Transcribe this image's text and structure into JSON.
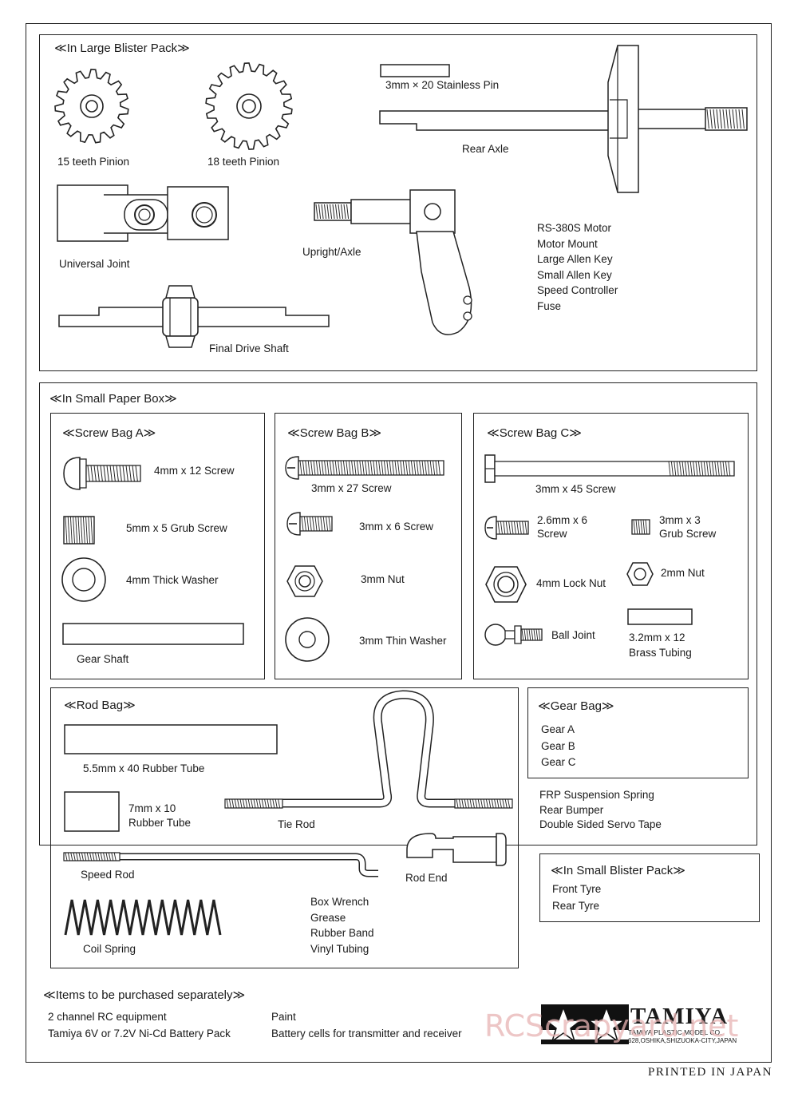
{
  "large_blister": {
    "heading": "≪In Large Blister Pack≫",
    "pinion15": "15 teeth Pinion",
    "pinion18": "18 teeth Pinion",
    "stainless_pin": "3mm × 20 Stainless Pin",
    "rear_axle": "Rear Axle",
    "universal_joint": "Universal Joint",
    "upright_axle": "Upright/Axle",
    "final_drive_shaft": "Final Drive Shaft",
    "list": [
      "RS-380S Motor",
      "Motor Mount",
      "Large Allen Key",
      "Small Allen Key",
      "Speed Controller",
      "Fuse"
    ]
  },
  "small_paper_box": {
    "heading": "≪In Small Paper Box≫"
  },
  "screw_bag_a": {
    "heading": "≪Screw Bag A≫",
    "screw": "4mm x 12 Screw",
    "grub": "5mm x 5 Grub Screw",
    "washer": "4mm Thick Washer",
    "gear_shaft": "Gear Shaft"
  },
  "screw_bag_b": {
    "heading": "≪Screw Bag B≫",
    "screw27": "3mm x 27 Screw",
    "screw6": "3mm x 6 Screw",
    "nut": "3mm Nut",
    "thin_washer": "3mm Thin Washer"
  },
  "screw_bag_c": {
    "heading": "≪Screw Bag C≫",
    "screw45": "3mm x 45 Screw",
    "screw26_l1": "2.6mm x 6",
    "screw26_l2": "Screw",
    "grub3_l1": "3mm x 3",
    "grub3_l2": "Grub Screw",
    "lock_nut": "4mm Lock Nut",
    "nut2": "2mm Nut",
    "ball_joint": "Ball Joint",
    "tubing_l1": "3.2mm x 12",
    "tubing_l2": "Brass Tubing"
  },
  "rod_bag": {
    "heading": "≪Rod Bag≫",
    "rubber_tube_long": "5.5mm x 40 Rubber Tube",
    "rubber_tube_short_l1": "7mm x 10",
    "rubber_tube_short_l2": "Rubber Tube",
    "tie_rod": "Tie Rod",
    "speed_rod": "Speed Rod",
    "rod_end": "Rod End",
    "coil_spring": "Coil Spring",
    "list": [
      "Box Wrench",
      "Grease",
      "Rubber Band",
      "Vinyl Tubing"
    ]
  },
  "gear_bag": {
    "heading": "≪Gear Bag≫",
    "items": [
      "Gear A",
      "Gear B",
      "Gear C"
    ]
  },
  "misc_list": [
    "FRP Suspension Spring",
    "Rear Bumper",
    "Double Sided Servo Tape"
  ],
  "small_blister": {
    "heading": "≪In Small Blister Pack≫",
    "items": [
      "Front Tyre",
      "Rear Tyre"
    ]
  },
  "separately": {
    "heading": "≪Items to be purchased separately≫",
    "left": [
      "2 channel RC equipment",
      "Tamiya 6V or 7.2V Ni-Cd Battery Pack"
    ],
    "right": [
      "Paint",
      "Battery cells for transmitter and receiver"
    ]
  },
  "logo": {
    "brand": "TAMIYA",
    "company": "TAMIYA PLASTIC MODEL CO.",
    "address": "628,OSHIKA,SHIZUOKA-CITY,JAPAN"
  },
  "watermark": "RCScrapyard.net",
  "footer": "PRINTED IN JAPAN",
  "colors": {
    "ink": "#1a1a1a",
    "watermark": "#e7b3b3"
  }
}
